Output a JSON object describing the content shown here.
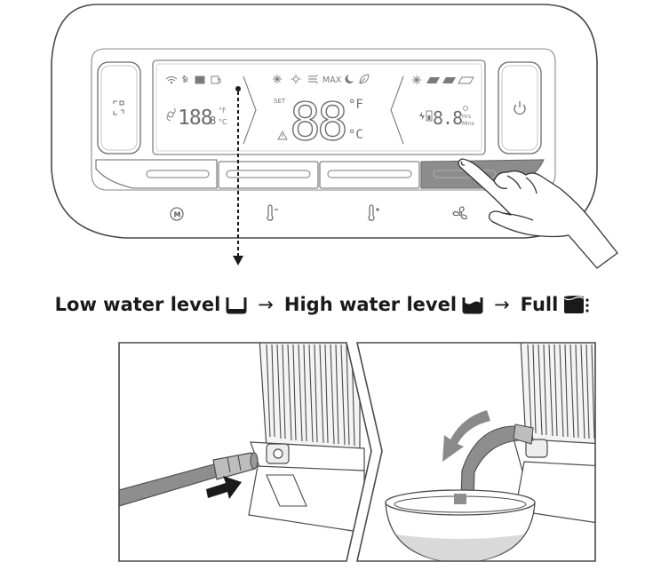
{
  "display": {
    "left_temp_digits": "188",
    "left_temp_small": "8",
    "unit_f_small": "°F",
    "unit_c_small": "°C",
    "set_label": "SET",
    "main_digits": "88",
    "main_unit_f": "°F",
    "main_unit_c": "°C",
    "max_label": "MAX",
    "timer_digits": "8.8",
    "hrs_label": "Hrs",
    "mins_label": "Mins"
  },
  "caption": {
    "low": "Low water level",
    "high": "High water level",
    "full": "Full",
    "arrow": "→"
  },
  "colors": {
    "outline": "#4a4a4a",
    "lcd": "#6d6d6d",
    "pressed_button": "#8c8c8c",
    "water": "#d9d9d9",
    "arrow_gray": "#8a8a8a",
    "black": "#1a1a1a"
  },
  "icons": [
    "wifi-icon",
    "bluetooth-icon",
    "water-tank-icon",
    "clean-filter-icon",
    "snowflake-icon",
    "sun-icon",
    "wind-icon",
    "moon-icon",
    "leaf-icon",
    "fan-speed-icon",
    "power-icon",
    "mode-icon",
    "temp-down-icon",
    "temp-up-icon",
    "fan-icon",
    "humidity-icon",
    "warning-icon",
    "battery-icon",
    "timer-icon"
  ]
}
